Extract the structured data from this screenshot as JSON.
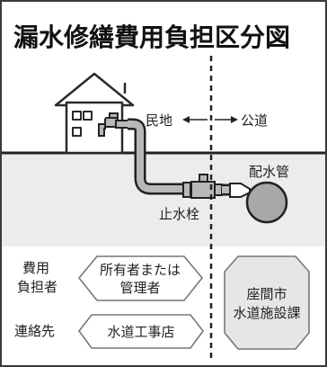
{
  "title": "漏水修繕費用負担区分図",
  "labels": {
    "private_land": "民地",
    "public_road": "公道",
    "distribution_pipe": "配水管",
    "stop_valve": "止水栓"
  },
  "rows": {
    "cost_label_line1": "費用",
    "cost_label_line2": "負担者",
    "cost_private_line1": "所有者または",
    "cost_private_line2": "管理者",
    "contact_label": "連絡先",
    "contact_private": "水道工事店",
    "public_line1": "座間市",
    "public_line2": "水道施設課"
  },
  "colors": {
    "frame": "#3a3a3a",
    "ground_fill": "#ececec",
    "pipe_fill": "#b8b8b8",
    "main_pipe_fill": "#a8a8a8",
    "hexagon_fill": "#e6e6e6",
    "text": "#222222"
  }
}
